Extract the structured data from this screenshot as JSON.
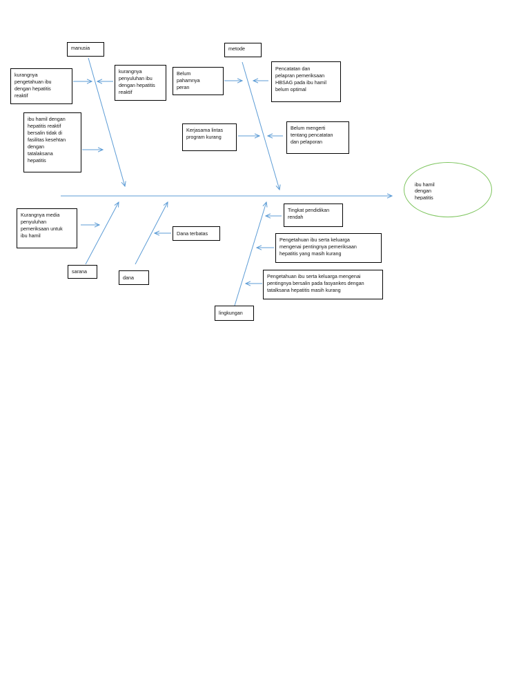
{
  "colors": {
    "arrow": "#5b9bd5",
    "effect_border": "#7cc45c",
    "box_border": "#000000"
  },
  "effect": {
    "text": "ibu hamil\ndengan\nhepatitis"
  },
  "categories": {
    "manusia": "manusia",
    "metode": "metode",
    "sarana": "sarana",
    "dana": "dana",
    "lingkungan": "lingkungan"
  },
  "causes": {
    "manusia_1": "kurangnya\npengetahuan ibu\ndengan hepatitis\nreaktif",
    "manusia_2": "kurangnya\npenyuluhan ibu\ndengan hepatitis\nreaktif",
    "manusia_3": "ibu hamil dengan\nhepatitis reaktif\nbersalin tidak di\nfasilitas kesehtan\ndengan\ntatalaksana\nhepatitis",
    "metode_1": "Belum\npahamnya\nperan",
    "metode_2": "Pencatatan dan\npelapran pemeriksaan\nHBSAG pada ibu hamil\nbelum optimal",
    "metode_3": "Kerjasama lintas\nprogram kurang",
    "metode_4": "Belum mengerti\ntentang pencatatan\ndan pelaporan",
    "sarana_1": "Kurangnya media\npenyuluhan\npemeriksaan untuk\nibu hamil",
    "dana_1": "Dana terbatas",
    "lingkungan_1": "Tingkat pendidikan\nrendah",
    "lingkungan_2": "Pengetahuan ibu serta keluarga\nmengenai pentingnya pemeriksaan\nhepatitis yang masih kurang",
    "lingkungan_3": "Pengetahuan ibu serta keluarga mengenai\npentingnya bersalin pada fasyankes dengan\ntatalksana hepatitis  masih kurang"
  }
}
